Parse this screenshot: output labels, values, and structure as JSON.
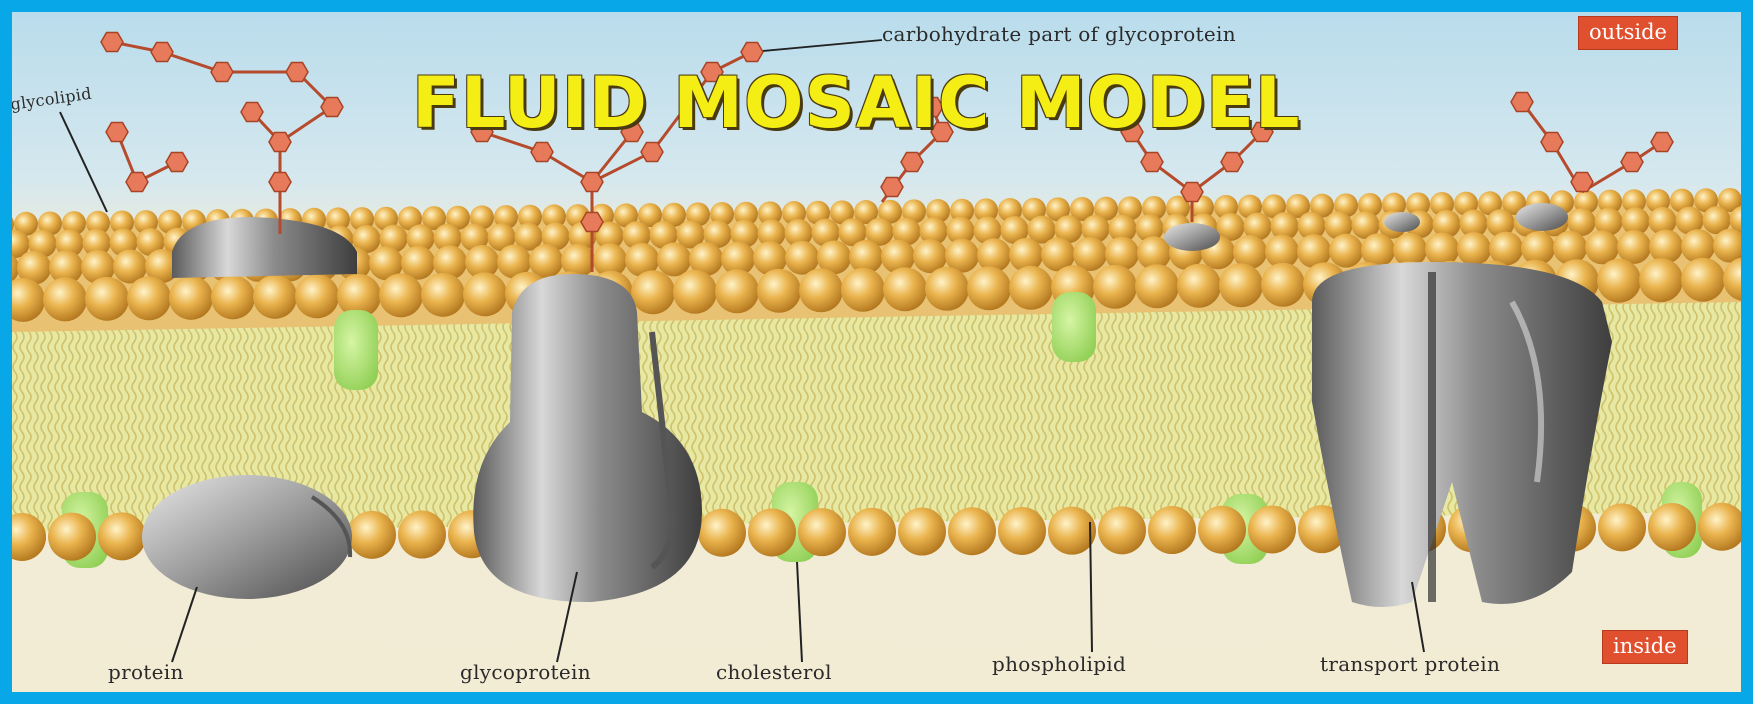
{
  "title": "FLUID MOSAIC MODEL",
  "labels": {
    "carbohydrate": "carbohydrate part of glycoprotein",
    "outside": "outside",
    "inside": "inside",
    "glycolipid_partial": "glycolipid",
    "protein": "protein",
    "glycoprotein": "glycoprotein",
    "cholesterol": "cholesterol",
    "phospholipid": "phospholipid",
    "transport_protein": "transport protein"
  },
  "colors": {
    "frame_border": "#08a8e8",
    "phospholipid_head": "#e3a43a",
    "lipid_tail_region": "#e4e69a",
    "cholesterol": "#a8dc6a",
    "protein": "#9a9a9a",
    "carbohydrate": "#e87a5c",
    "title": "#f5ee14",
    "tag": "#e0502e"
  }
}
